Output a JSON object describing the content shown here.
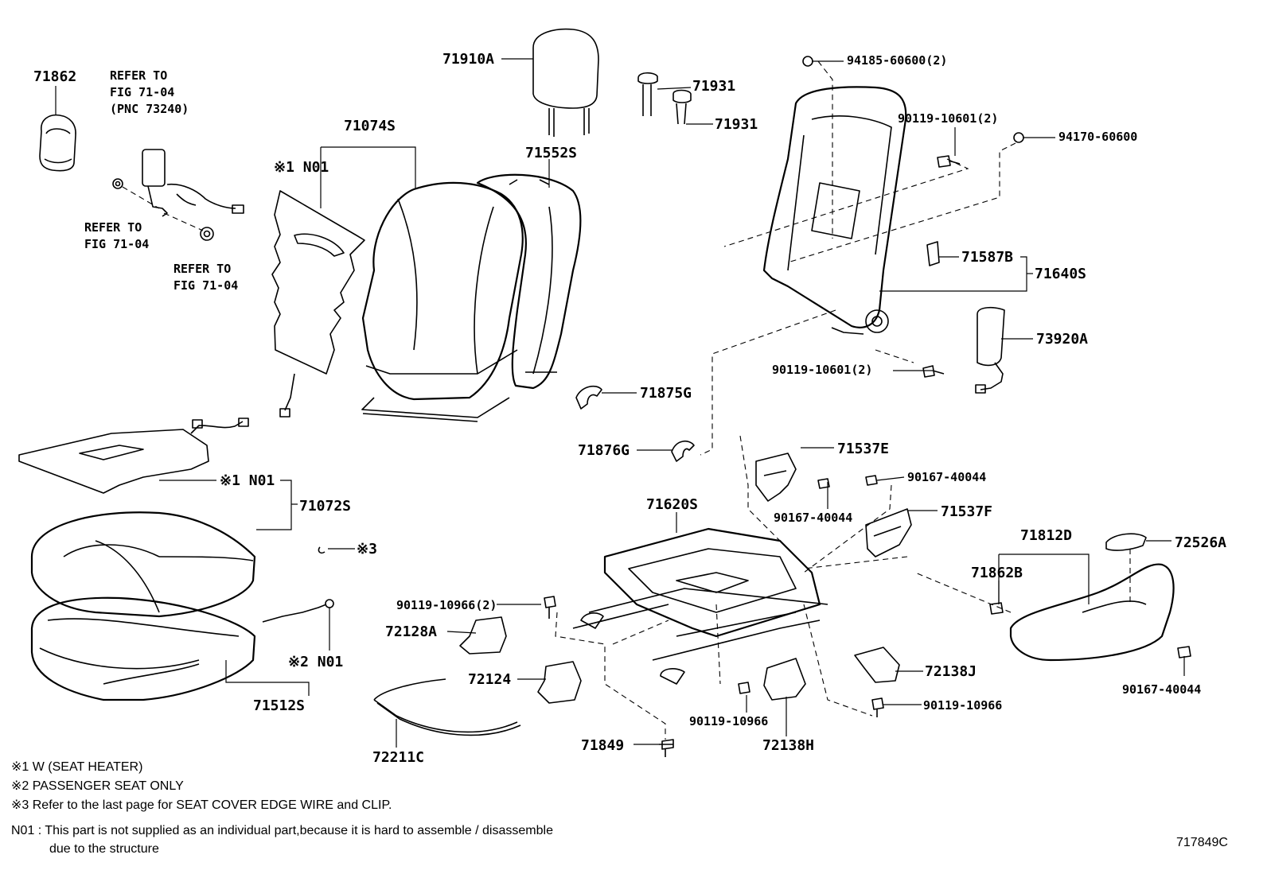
{
  "parts": {
    "p71862": "71862",
    "p71910A": "71910A",
    "p71931a": "71931",
    "p71931b": "71931",
    "p94185": "94185-60600(2)",
    "p90119_top": "90119-10601(2)",
    "p94170": "94170-60600",
    "p71074S": "71074S",
    "p71552S": "71552S",
    "p71587B": "71587B",
    "p71640S": "71640S",
    "p73920A": "73920A",
    "p90119_mid": "90119-10601(2)",
    "p71875G": "71875G",
    "p71876G": "71876G",
    "p71537E": "71537E",
    "p90167_a": "90167-40044",
    "p90167_b": "90167-40044",
    "p71537F": "71537F",
    "p71620S": "71620S",
    "p71812D": "71812D",
    "p72526A": "72526A",
    "p71862B": "71862B",
    "p71072S": "71072S",
    "p90119_10966_2": "90119-10966(2)",
    "p72128A": "72128A",
    "p72124": "72124",
    "p71512S": "71512S",
    "p72211C": "72211C",
    "p71849": "71849",
    "p90119_10966_a": "90119-10966",
    "p72138H": "72138H",
    "p72138J": "72138J",
    "p90119_10966_b": "90119-10966",
    "p90167_c": "90167-40044"
  },
  "markers": {
    "n01_back": "※1 N01",
    "n01_heater": "※1 N01",
    "n01_pass": "※2 N01",
    "m3": "※3"
  },
  "refs": {
    "refer_a": [
      "REFER TO",
      "FIG 71-04",
      "(PNC 73240)"
    ],
    "refer_b": [
      "REFER TO",
      "FIG 71-04"
    ],
    "refer_c": [
      "REFER TO",
      "FIG 71-04"
    ]
  },
  "notes": {
    "n1": "※1  W (SEAT  HEATER)",
    "n2": "※2  PASSENGER SEAT ONLY",
    "n3": "※3  Refer to the last page for SEAT COVER EDGE WIRE and CLIP.",
    "n4a": "N01 : This part is not supplied as an individual part,because it is hard to assemble / disassemble",
    "n4b": "due to the structure"
  },
  "figure_id": "717849C"
}
